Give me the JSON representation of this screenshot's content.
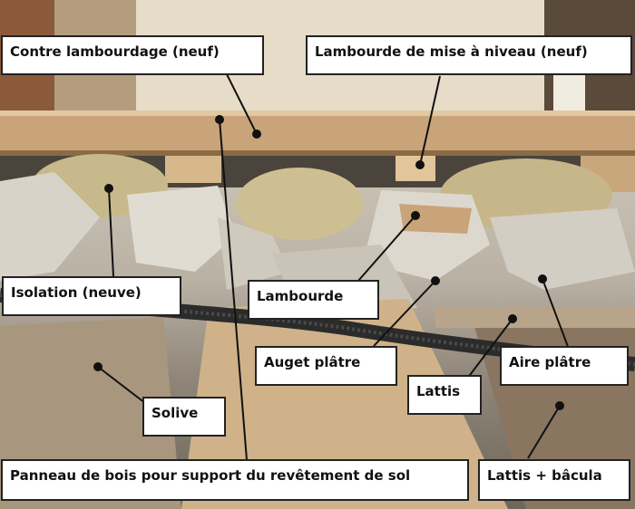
{
  "labels": {
    "contre_lambourdage": "Contre lambourdage (neuf)",
    "lambourde_niveau": "Lambourde de mise à niveau (neuf)",
    "isolation": "Isolation (neuve)",
    "lambourde": "Lambourde",
    "auget_platre": "Auget plâtre",
    "aire_platre": "Aire plâtre",
    "lattis": "Lattis",
    "solive": "Solive",
    "panneau_bois": "Panneau de bois pour support du revêtement de sol",
    "lattis_bacula": "Lattis + bâcula"
  },
  "colors": {
    "wood": "#c9a47a",
    "plaster": "#dcd8cf",
    "insulation": "#c9b98a",
    "conduit": "#2b2b2b",
    "label_bg": "#ffffff",
    "label_border": "#222222"
  }
}
